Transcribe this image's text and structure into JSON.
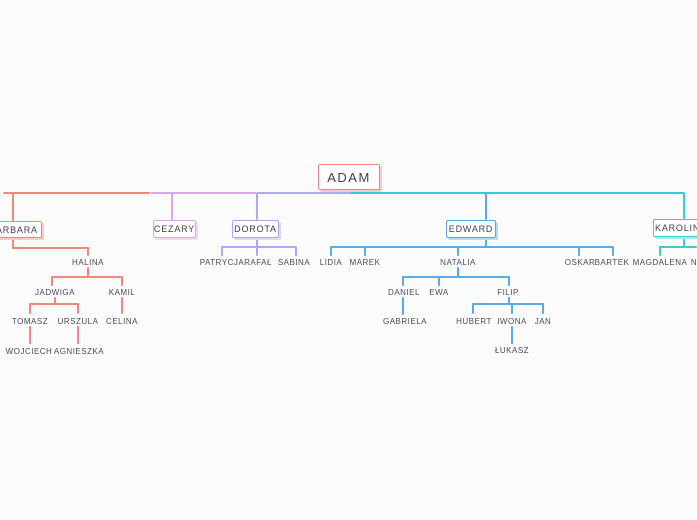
{
  "colors": {
    "background": "#fbfbfb",
    "text_dark": "#3f3f48",
    "text_label": "#4b4b54",
    "adam": "#f0897f",
    "barbara": "#f2867c",
    "cezary": "#d9a8ea",
    "dorota": "#a8aaf5",
    "edward": "#58abe8",
    "karolina": "#3acccf",
    "trunk_right": "#33c9da"
  },
  "tree": {
    "root": {
      "label": "ADAM"
    },
    "branches": {
      "barbara": {
        "label": "BARBARA",
        "children": {
          "halina": {
            "label": "HALINA",
            "children": {
              "jadwiga": {
                "label": "JADWIGA",
                "children": {
                  "tomasz": {
                    "label": "TOMASZ",
                    "children": {
                      "wojciech": {
                        "label": "WOJCIECH"
                      }
                    }
                  },
                  "urszula": {
                    "label": "URSZULA",
                    "children": {
                      "agnieszka": {
                        "label": "AGNIESZKA"
                      }
                    }
                  }
                }
              },
              "kamil": {
                "label": "KAMIL",
                "children": {
                  "celina": {
                    "label": "CELINA"
                  }
                }
              }
            }
          }
        }
      },
      "cezary": {
        "label": "CEZARY"
      },
      "dorota": {
        "label": "DOROTA",
        "children": {
          "patrycja": {
            "label": "PATRYCJA"
          },
          "rafal": {
            "label": "RAFAŁ"
          },
          "sabina": {
            "label": "SABINA"
          }
        }
      },
      "edward": {
        "label": "EDWARD",
        "children": {
          "lidia": {
            "label": "LIDIA"
          },
          "marek": {
            "label": "MAREK"
          },
          "natalia": {
            "label": "NATALIA",
            "children": {
              "daniel": {
                "label": "DANIEL",
                "children": {
                  "gabriela": {
                    "label": "GABRIELA"
                  }
                }
              },
              "ewa": {
                "label": "EWA"
              },
              "filip": {
                "label": "FILIP",
                "children": {
                  "hubert": {
                    "label": "HUBERT"
                  },
                  "iwona": {
                    "label": "IWONA",
                    "children": {
                      "lukasz": {
                        "label": "ŁUKASZ"
                      }
                    }
                  },
                  "jan": {
                    "label": "JAN"
                  }
                }
              }
            }
          },
          "oskar": {
            "label": "OSKAR"
          },
          "bartek": {
            "label": "BARTEK"
          }
        }
      },
      "karolina": {
        "label": "KAROLINA",
        "children": {
          "magdalena": {
            "label": "MAGDALENA"
          },
          "n": {
            "label": "N"
          }
        }
      }
    }
  }
}
